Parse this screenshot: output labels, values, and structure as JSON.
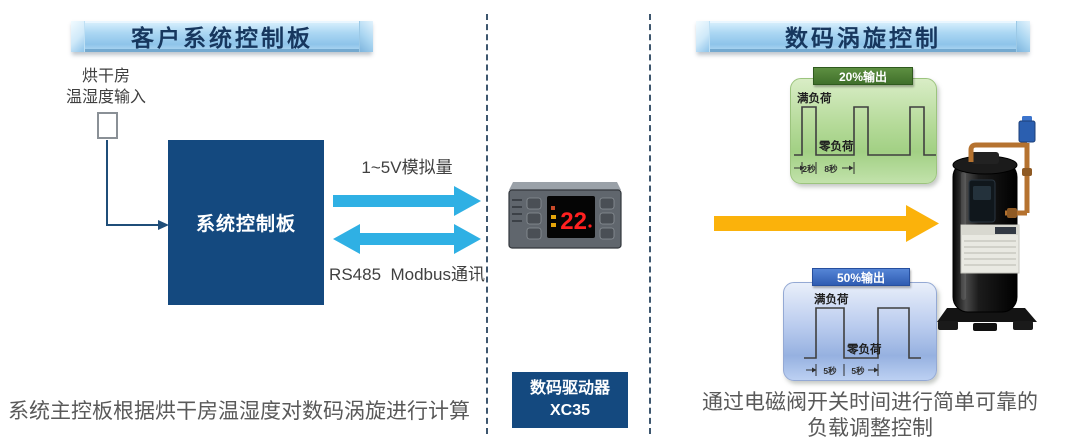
{
  "left_section": {
    "title": "客户系统控制板",
    "sensor_label_line1": "烘干房",
    "sensor_label_line2": "温湿度输入",
    "control_board_label": "系统控制板",
    "analog_arrow_label": "1~5V模拟量",
    "rs485_arrow_label": "RS485  Modbus通讯",
    "caption": "系统主控板根据烘干房温湿度对数码涡旋进行计算"
  },
  "middle_section": {
    "display_value": "22",
    "driver_name": "数码驱动器",
    "driver_model": "XC35"
  },
  "right_section": {
    "title": "数码涡旋控制",
    "panel_20": {
      "header": "20%输出",
      "full_load": "满负荷",
      "zero_load": "零负荷",
      "on_time": "2秒",
      "off_time": "8秒"
    },
    "panel_50": {
      "header": "50%输出",
      "full_load": "满负荷",
      "zero_load": "零负荷",
      "on_time": "5秒",
      "off_time": "5秒"
    },
    "caption_line1": "通过电磁阀开关时间进行简单可靠的",
    "caption_line2": "负载调整控制"
  },
  "colors": {
    "navy_box": "#14497F",
    "cyan_arrow": "#2FB0E4",
    "banner_fill": "#A9D6F2",
    "banner_text": "#17375E",
    "green_header": "#40702B",
    "blue_header": "#2F5CB2",
    "yellow_arrow": "#FBB20B",
    "caption_text": "#595959",
    "led_red": "#FF2020"
  }
}
